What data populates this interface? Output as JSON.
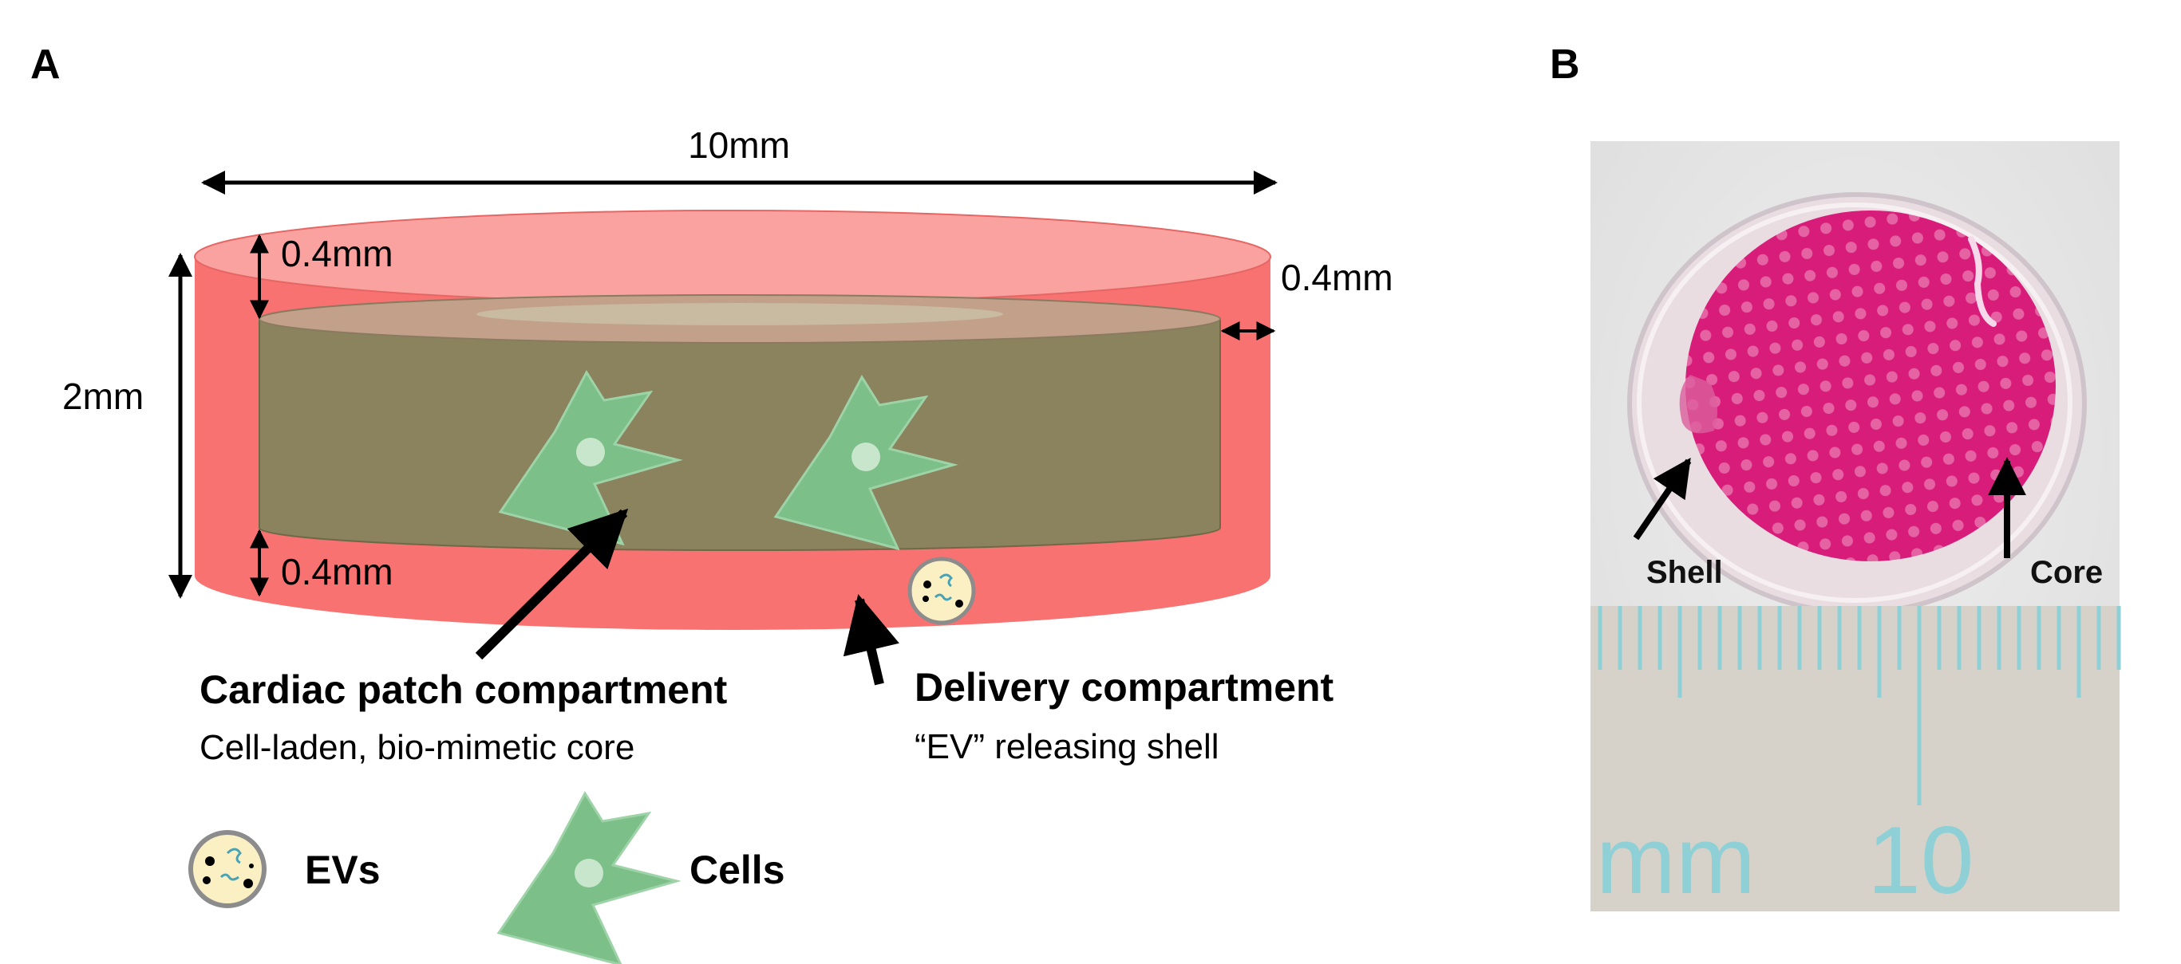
{
  "panel_a": {
    "label": "A",
    "dimensions": {
      "width": "10mm",
      "height": "2mm",
      "top_gap": "0.4mm",
      "side_gap": "0.4mm",
      "bottom_gap": "0.4mm"
    },
    "core": {
      "title": "Cardiac patch compartment",
      "subtitle": "Cell-laden, bio-mimetic core"
    },
    "shell": {
      "title": "Delivery compartment",
      "subtitle": "“EV” releasing shell"
    },
    "legend": {
      "evs": "EVs",
      "cells": "Cells"
    },
    "colors": {
      "shell": "#f77270",
      "shell_top": "#f9a2a0",
      "core": "#8a835e",
      "core_top": "#c3a089",
      "cell": "#7cbf88",
      "ev_fill": "#fbefc4"
    }
  },
  "panel_b": {
    "label": "B",
    "shell_label": "Shell",
    "core_label": "Core",
    "ruler_unit": "mm",
    "ruler_number": "10",
    "colors": {
      "core": "#d81c7a",
      "ruler": "#8fd0d6"
    }
  }
}
